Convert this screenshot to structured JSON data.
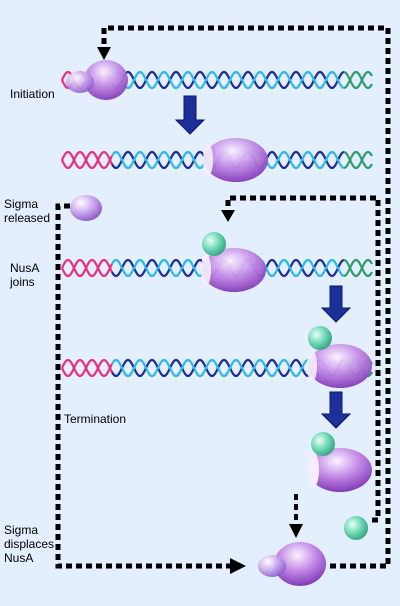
{
  "labels": {
    "initiation": "Initiation",
    "sigma_released": [
      "Sigma",
      "released"
    ],
    "nusa_joins": [
      "NusA",
      "joins"
    ],
    "termination": "Termination",
    "sigma_displaces": [
      "Sigma",
      "displaces",
      "NusA"
    ]
  },
  "colors": {
    "background": "#e3eefe",
    "dna_promoter": "#e8307a",
    "dna_dark_strand": "#1d2a9a",
    "dna_light_strand": "#2ab8e6",
    "dna_terminator": "#2f9c6a",
    "polymerase": "#9a45c8",
    "sigma_factor": "#a070d8",
    "nusa": "#4cc6a0",
    "arrow_blue": "#1c2f9a",
    "cycle_line": "#000000"
  },
  "icons": [
    "dna-helix",
    "rna-polymerase-core",
    "sigma-factor",
    "nusa-protein",
    "step-arrow",
    "cycle-loop-arrow"
  ]
}
